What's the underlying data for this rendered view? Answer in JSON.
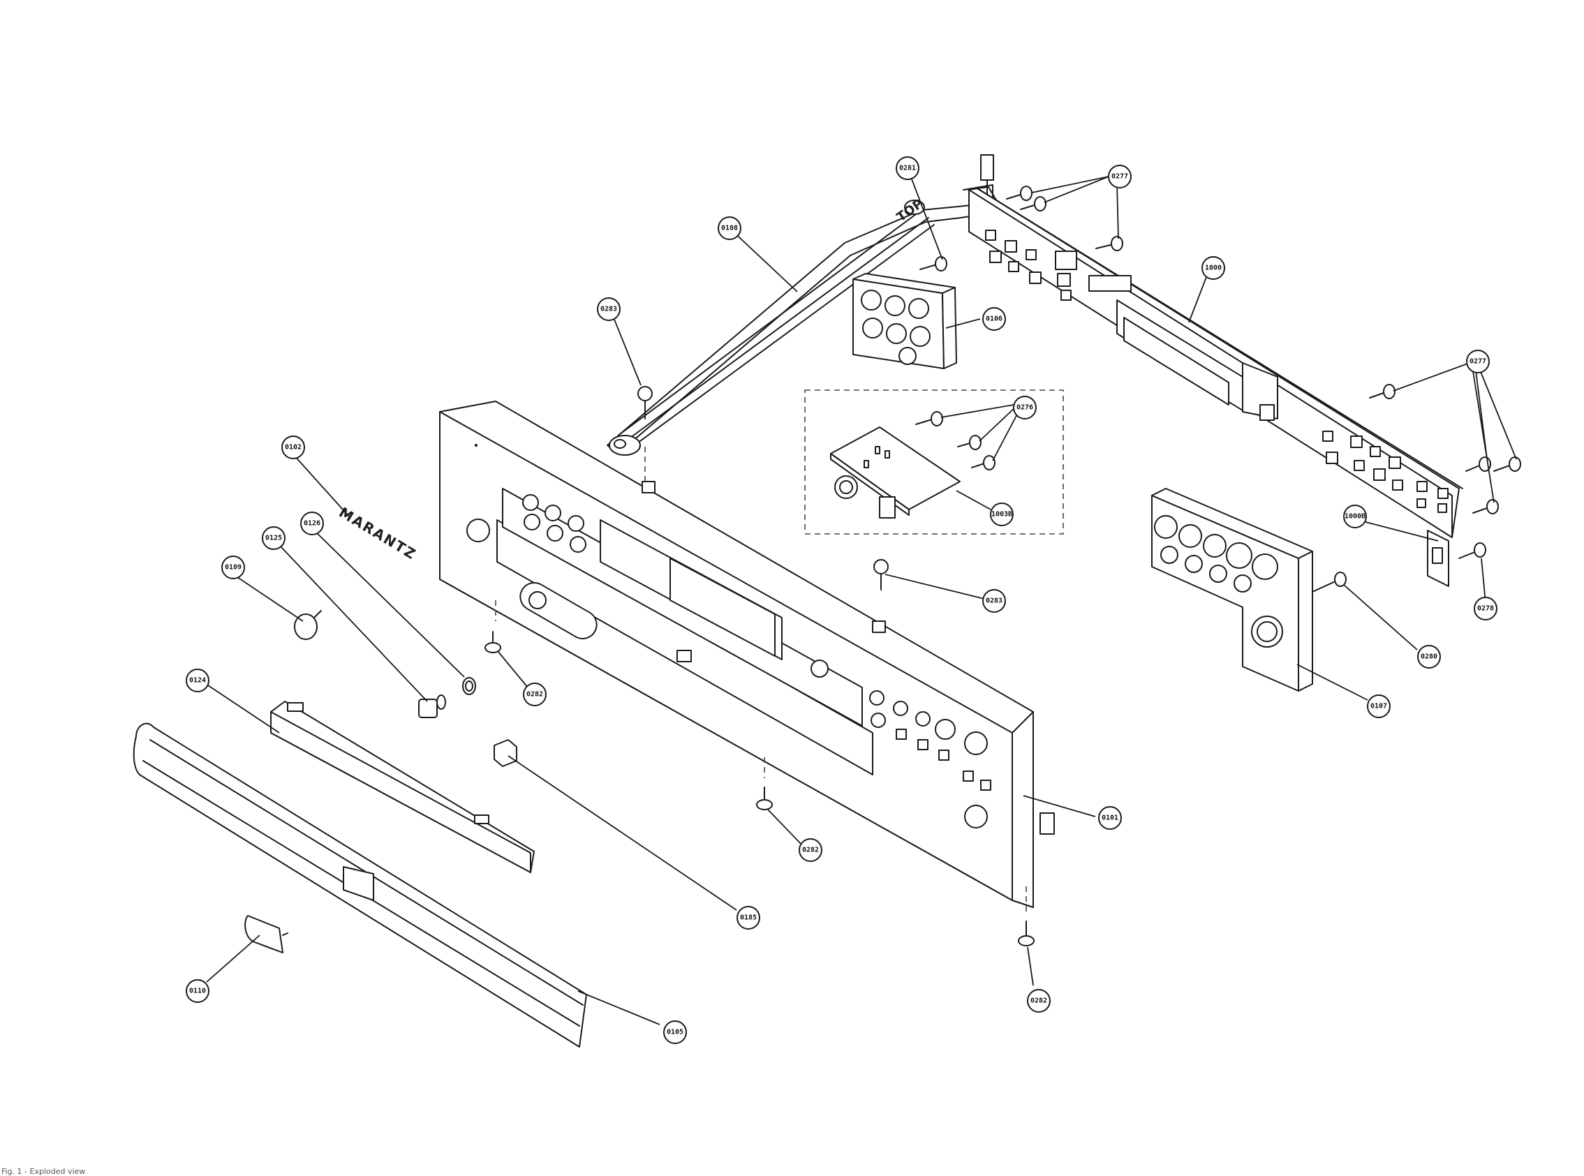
{
  "labels": {
    "l0281": "0281",
    "l0277a": "0277",
    "l0108": "0108",
    "l1000": "1000",
    "l0283a": "0283",
    "l0106": "0106",
    "l0277b": "0277",
    "l0276": "0276",
    "l0102": "0102",
    "l0126": "0126",
    "l0125": "0125",
    "l0109": "0109",
    "l1003b": "1003B",
    "l1000b": "1000B",
    "l0283b": "0283",
    "l0278": "0278",
    "l0280": "0280",
    "l0282a": "0282",
    "l0124": "0124",
    "l0107": "0107",
    "l0101": "0101",
    "l0282b": "0282",
    "l0185": "0185",
    "l0110": "0110",
    "l0105": "0105",
    "l0282c": "0282"
  },
  "part_text": {
    "brand": "MARANTZ",
    "top_marking": "TOP"
  },
  "caption": "Fig. 1 - Exploded view"
}
